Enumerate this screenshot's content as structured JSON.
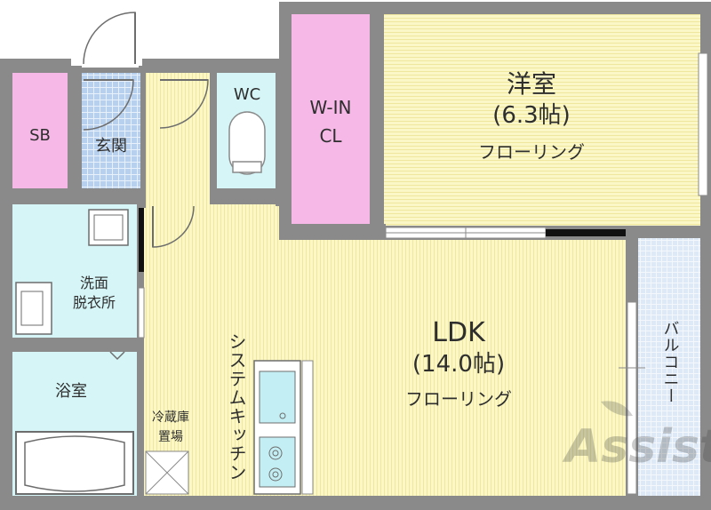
{
  "rooms": {
    "western_room": {
      "name": "洋室",
      "size": "(6.3帖)",
      "floor": "フローリング"
    },
    "ldk": {
      "name": "LDK",
      "size": "(14.0帖)",
      "floor": "フローリング"
    },
    "walk_in_closet": {
      "line1": "W-IN",
      "line2": "CL"
    },
    "wc": "WC",
    "sb": "SB",
    "entrance": "玄関",
    "washroom": {
      "line1": "洗面",
      "line2": "脱衣所"
    },
    "bathroom": "浴室",
    "fridge": {
      "line1": "冷蔵庫",
      "line2": "置場"
    },
    "kitchen": "システムキッチン",
    "balcony": "バルコニー"
  },
  "watermark": "Assist",
  "colors": {
    "wall": "#8a8a8a",
    "floor": "#fbf7c6",
    "closet": "#f6b8e6",
    "wet_area": "#d6f5f7",
    "tile": "#a9c4e8",
    "balcony": "#d9e8f5",
    "sink": "#c3eef3"
  }
}
